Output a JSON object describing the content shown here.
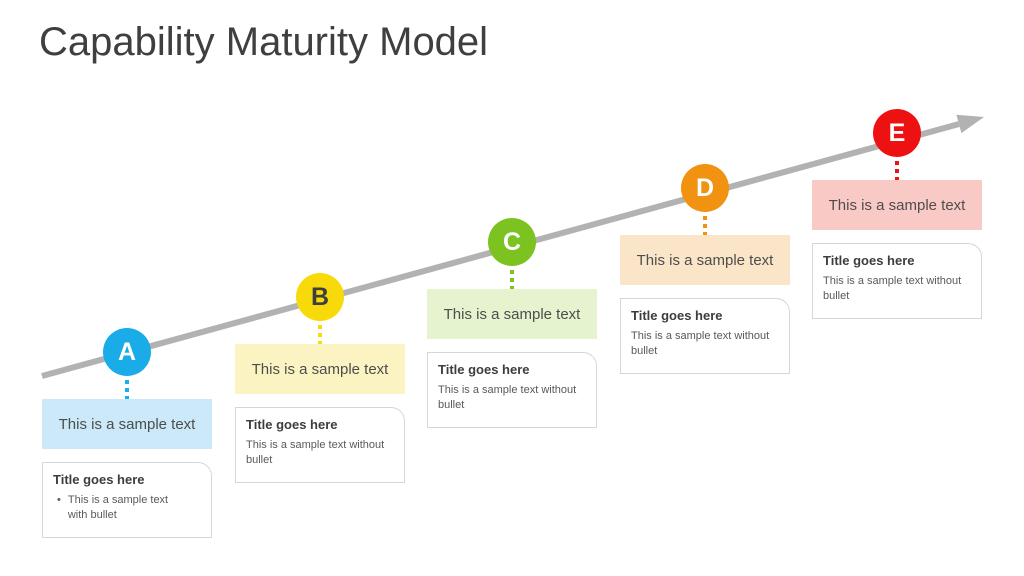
{
  "slide": {
    "title": "Capability Maturity Model",
    "title_color": "#3f3f3f",
    "background": "#ffffff"
  },
  "arrow": {
    "color": "#b2b2b2"
  },
  "stages": [
    {
      "letter": "A",
      "circle_color": "#1aace8",
      "letter_color": "#ffffff",
      "highlight_color": "#cbe9f8",
      "highlight_text": "This is a sample text",
      "card_title": "Title goes here",
      "card_bullet": "•",
      "card_body": "This is a sample text with bullet"
    },
    {
      "letter": "B",
      "circle_color": "#f8da0b",
      "letter_color": "#3f3f3f",
      "highlight_color": "#fbf4c2",
      "highlight_text": "This is a sample text",
      "card_title": "Title goes here",
      "card_body": "This is a sample text without bullet"
    },
    {
      "letter": "C",
      "circle_color": "#7cc220",
      "letter_color": "#ffffff",
      "highlight_color": "#e5f3cf",
      "highlight_text": "This is a sample text",
      "card_title": "Title goes here",
      "card_body": "This is a sample text without bullet"
    },
    {
      "letter": "D",
      "circle_color": "#f19210",
      "letter_color": "#ffffff",
      "highlight_color": "#fae5c9",
      "highlight_text": "This is a sample text",
      "card_title": "Title goes here",
      "card_body": "This is a sample text without bullet"
    },
    {
      "letter": "E",
      "circle_color": "#ee1111",
      "letter_color": "#ffffff",
      "highlight_color": "#f9c9c6",
      "highlight_text": "This is a sample text",
      "card_title": "Title goes here",
      "card_body": "This is a sample text without bullet"
    }
  ]
}
